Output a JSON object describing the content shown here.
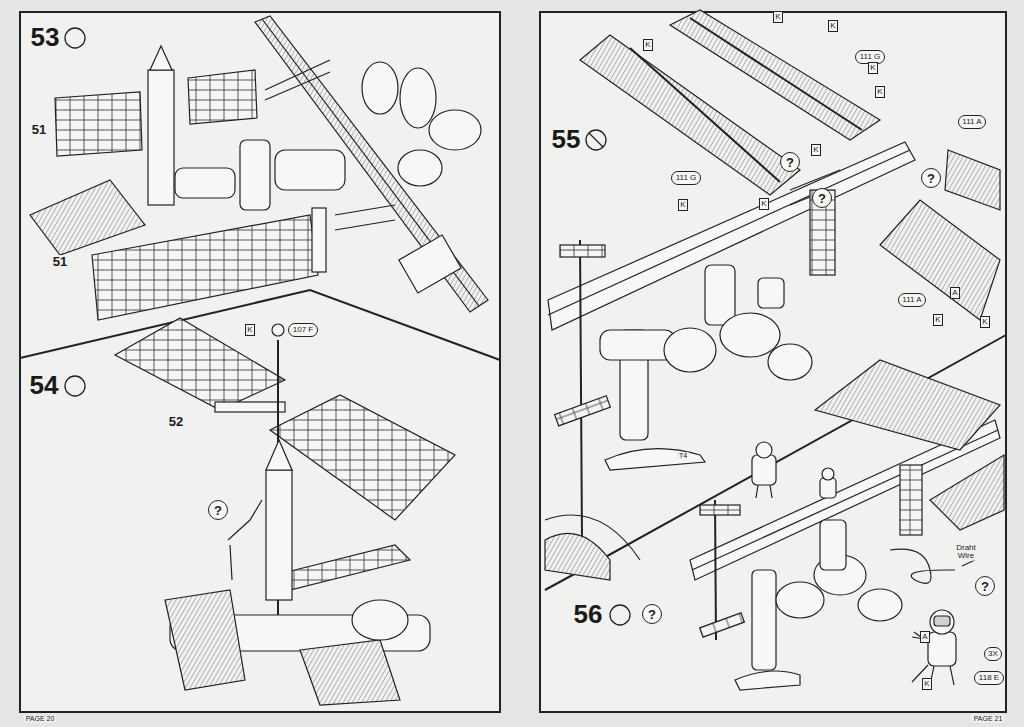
{
  "diagram": {
    "nodes": [
      {
        "text": [
          "107 F"
        ]
      },
      {
        "text": [
          "111 G"
        ]
      },
      {
        "text": [
          "111 A"
        ]
      },
      {
        "text": [
          "111 G"
        ]
      },
      {
        "text": [
          "111 A"
        ]
      },
      {
        "text": [
          "?"
        ]
      },
      {
        "text": [
          "?"
        ]
      },
      {
        "text": [
          "?"
        ]
      },
      {
        "text": [
          "?"
        ]
      },
      {
        "text": [
          "?"
        ]
      },
      {
        "text": [
          "?"
        ]
      },
      {
        "text": [
          "3X"
        ]
      },
      {
        "text": [
          "118 E"
        ]
      },
      {
        "text": [
          "K"
        ]
      },
      {
        "text": [
          "K"
        ]
      },
      {
        "text": [
          "K"
        ]
      },
      {
        "text": [
          "K"
        ]
      },
      {
        "text": [
          "K"
        ]
      },
      {
        "text": [
          "K"
        ]
      },
      {
        "text": [
          "K"
        ]
      },
      {
        "text": [
          "K"
        ]
      },
      {
        "text": [
          "K"
        ]
      },
      {
        "text": [
          "K"
        ]
      },
      {
        "text": [
          "K"
        ]
      },
      {
        "text": [
          "A"
        ]
      },
      {
        "text": [
          "K"
        ]
      },
      {
        "text": [
          "A"
        ]
      }
    ],
    "labels": [
      "53",
      "51",
      "51",
      "54",
      "52",
      "55",
      "56",
      "Draht Wire",
      "T4",
      "PAGE 20",
      "PAGE 21"
    ]
  }
}
